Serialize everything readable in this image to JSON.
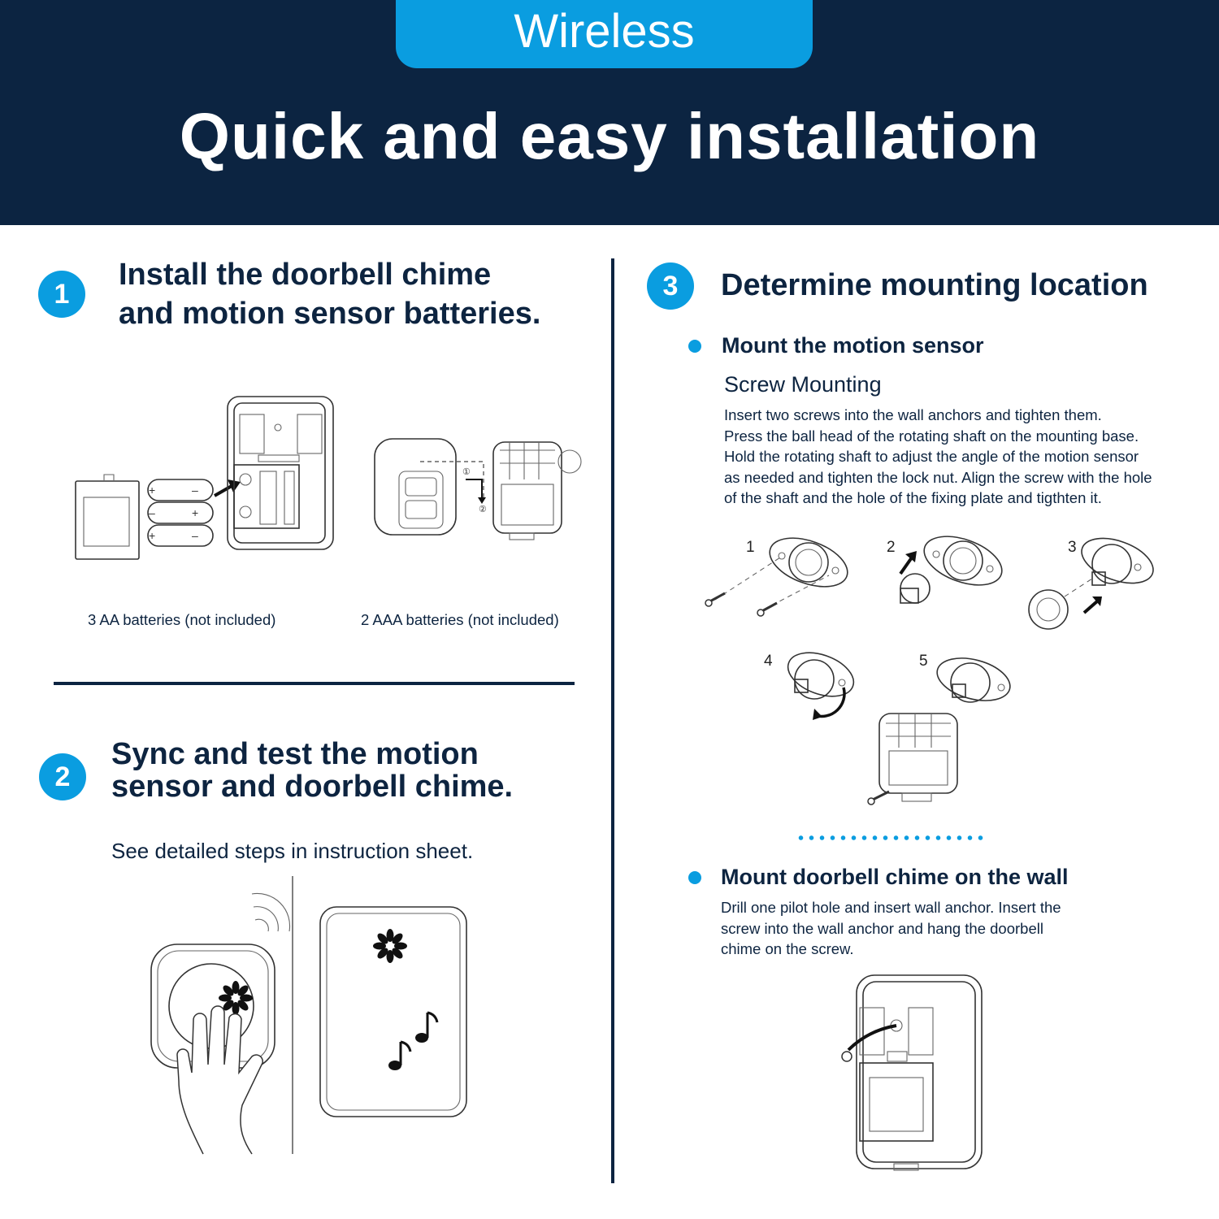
{
  "header": {
    "tab_label": "Wireless",
    "title": "Quick and easy installation"
  },
  "step1": {
    "number": "1",
    "heading_line1": "Install the doorbell chime",
    "heading_line2": "and motion sensor batteries.",
    "caption_left": "3 AA batteries (not included)",
    "caption_right": "2 AAA batteries (not included)",
    "callout_1": "①",
    "callout_2": "②"
  },
  "step2": {
    "number": "2",
    "heading_line1": "Sync and test the motion",
    "heading_line2": "sensor and doorbell chime.",
    "note": "See detailed steps in instruction sheet."
  },
  "step3": {
    "number": "3",
    "heading": "Determine mounting location",
    "sensor": {
      "heading": "Mount the motion sensor",
      "subheading": "Screw Mounting",
      "lines": [
        "Insert two screws into the wall anchors and tighten them.",
        "Press the ball head of the rotating shaft on the mounting base.",
        "Hold the rotating shaft to adjust the angle of the motion sensor",
        "as needed and tighten the lock nut. Align the screw with the hole",
        "of the shaft and the hole of the fixing plate and tigthten it."
      ],
      "step_numbers": [
        "1",
        "2",
        "3",
        "4",
        "5"
      ]
    },
    "chime": {
      "heading": "Mount doorbell chime on the wall",
      "lines": [
        "Drill one pilot hole and insert wall anchor. Insert the",
        "screw into the wall anchor and hang the doorbell",
        "chime on the screw."
      ]
    }
  },
  "colors": {
    "navy": "#0c2441",
    "accent_blue": "#0a9de0",
    "text": "#0d2440"
  },
  "icons": [
    "snowflake-icon",
    "music-notes-icon",
    "sound-waves-icon",
    "hand-icon",
    "arrow-icon",
    "screw-icon"
  ]
}
